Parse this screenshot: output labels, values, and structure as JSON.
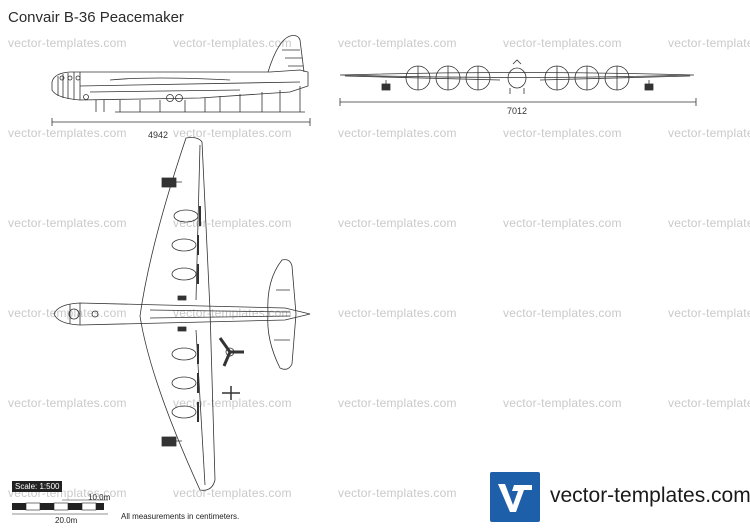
{
  "title": "Convair B-36 Peacemaker",
  "watermark": "vector-templates.com",
  "dimensions": {
    "length": "4942",
    "span": "7012"
  },
  "scale": {
    "label": "Scale: 1:500",
    "mark_10": "10.0m",
    "mark_20": "20.0m"
  },
  "note": "All measurements in centimeters.",
  "logo": {
    "text": "vector-templates.com",
    "color": "#1d5fa8"
  }
}
